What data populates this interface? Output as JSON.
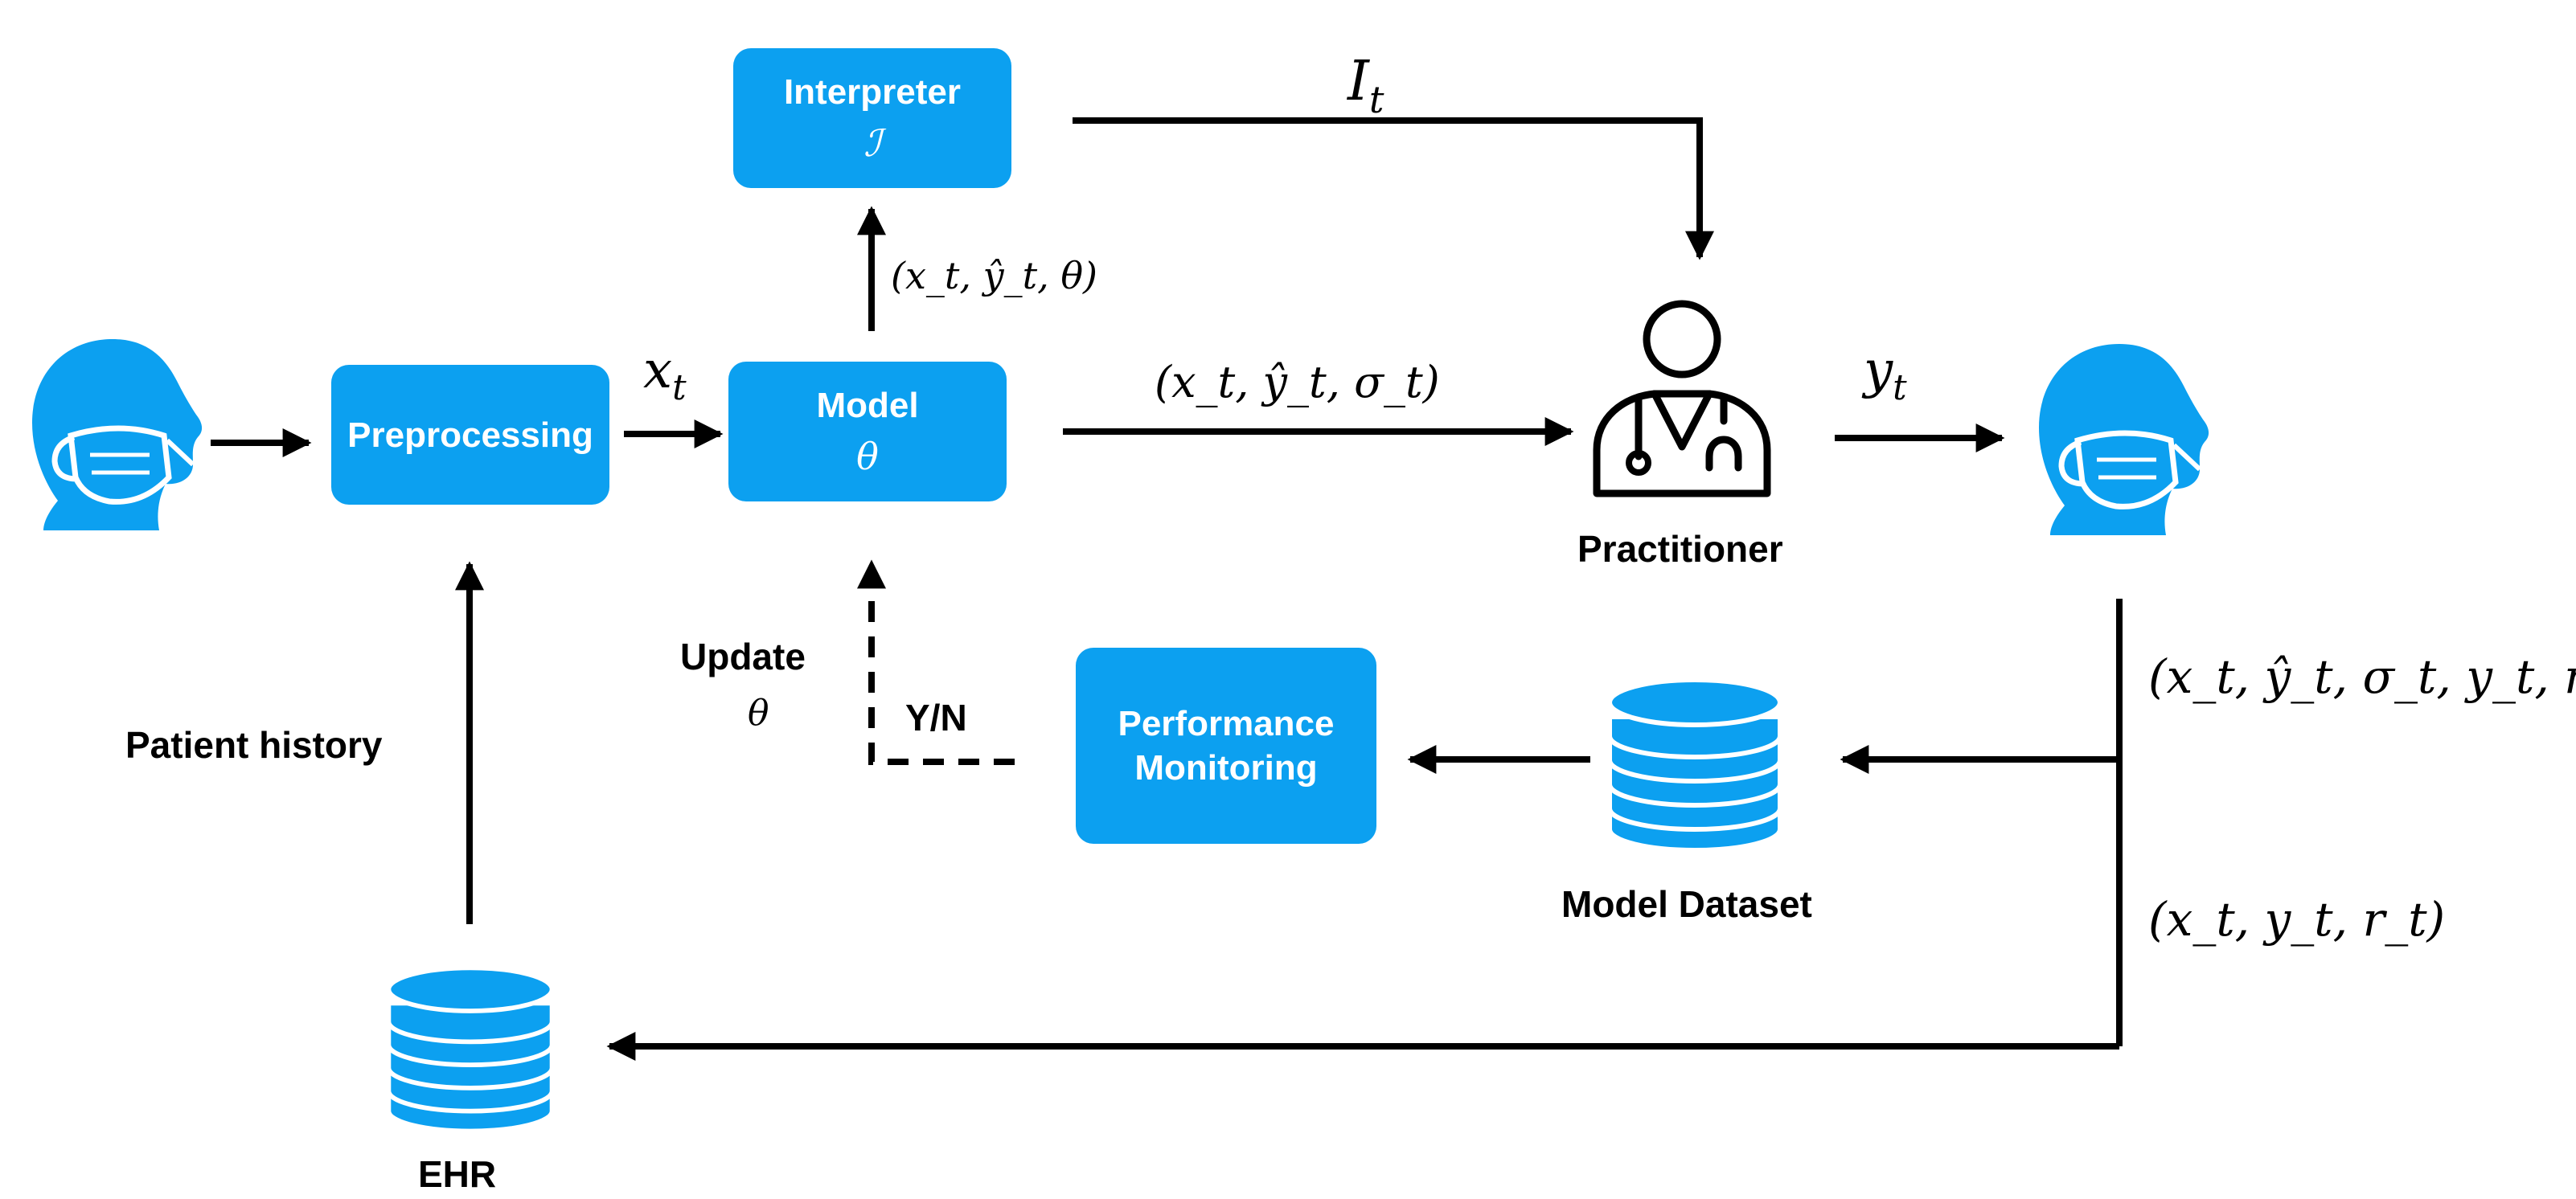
{
  "boxes": {
    "preprocessing": "Preprocessing",
    "model_title": "Model",
    "model_symbol": "θ",
    "interpreter_title": "Interpreter",
    "interpreter_symbol": "ℐ",
    "performance_line1": "Performance",
    "performance_line2": "Monitoring"
  },
  "labels": {
    "practitioner": "Practitioner",
    "model_dataset": "Model Dataset",
    "ehr": "EHR",
    "patient_history": "Patient history",
    "update": "Update",
    "update_symbol": "θ",
    "yes_no": "Y/N"
  },
  "math": {
    "x_t": {
      "base": "x",
      "sub": "t"
    },
    "y_t": {
      "base": "y",
      "sub": "t"
    },
    "i_t": {
      "base": "I",
      "sub": "t"
    },
    "tuple_interpreter": "(x_t, ŷ_t, θ)",
    "tuple_practitioner": "(x_t, ŷ_t, σ_t)",
    "tuple_dataset": "(x_t, ŷ_t, σ_t, y_t, r_t, θ)",
    "tuple_ehr": "(x_t, y_t, r_t)"
  },
  "colors": {
    "accent": "#0ca0f0",
    "line": "#000000"
  },
  "icons": {
    "patient_in": "patient-masked-icon",
    "patient_out": "patient-masked-icon",
    "practitioner": "doctor-stethoscope-icon",
    "model_dataset": "database-icon",
    "ehr": "database-icon"
  }
}
